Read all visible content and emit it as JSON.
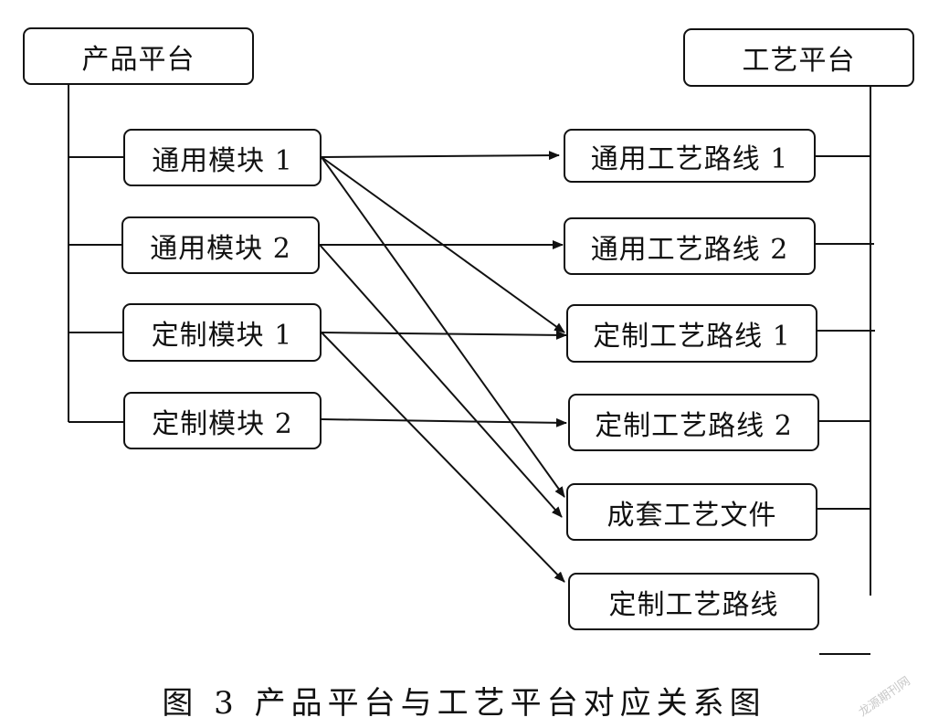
{
  "left_root": {
    "label": "产品平台"
  },
  "right_root": {
    "label": "工艺平台"
  },
  "modules": [
    {
      "label": "通用模块 1"
    },
    {
      "label": "通用模块 2"
    },
    {
      "label": "定制模块 1"
    },
    {
      "label": "定制模块 2"
    }
  ],
  "routes": [
    {
      "label": "通用工艺路线 1"
    },
    {
      "label": "通用工艺路线 2"
    },
    {
      "label": "定制工艺路线 1"
    },
    {
      "label": "定制工艺路线 2"
    },
    {
      "label": "成套工艺文件"
    },
    {
      "label": "定制工艺路线"
    }
  ],
  "caption": "图 3   产品平台与工艺平台对应关系图",
  "watermark": "龙源期刊网"
}
